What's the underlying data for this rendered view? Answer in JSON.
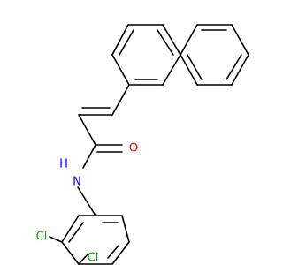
{
  "atoms": {
    "oxygen": {
      "symbol": "O",
      "color": "#ff0000"
    },
    "nitrogen": {
      "symbol": "N",
      "color": "#0000ff"
    },
    "chlorine_a": {
      "symbol": "Cl",
      "color": "#00aa00"
    },
    "chlorine_b": {
      "symbol": "Cl",
      "color": "#00aa00"
    }
  },
  "amide_hydrogen": {
    "symbol": "H",
    "color": "#0000ff"
  },
  "bond_color": "#000000"
}
